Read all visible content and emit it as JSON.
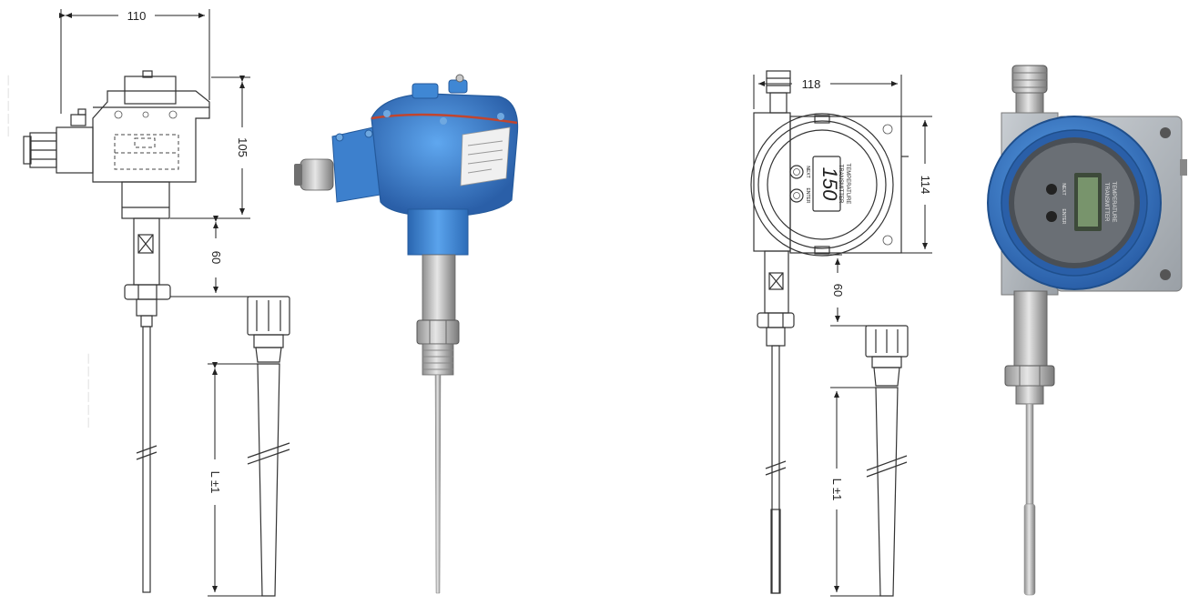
{
  "drawing_1": {
    "width_dim": "110",
    "height_dim": "105",
    "neck_dim": "60",
    "length_dim": "L ±1"
  },
  "drawing_2": {
    "width_dim": "118",
    "height_dim": "114",
    "neck_dim": "60",
    "length_dim": "L ±1",
    "display": {
      "reading": "150",
      "title_line1": "TEMPERATURE",
      "title_line2": "TRANSMITTER",
      "button_left": "NEXT",
      "button_right": "ENTER"
    }
  },
  "photo_2": {
    "title_line1": "TEMPERATURE",
    "title_line2": "TRANSMITTER",
    "button_left": "NEXT",
    "button_right": "ENTER"
  },
  "colors": {
    "housing_blue": "#3f87d4",
    "housing_blue_dark": "#2a66b0",
    "steel": "#a7a7a7",
    "line": "#333333"
  }
}
